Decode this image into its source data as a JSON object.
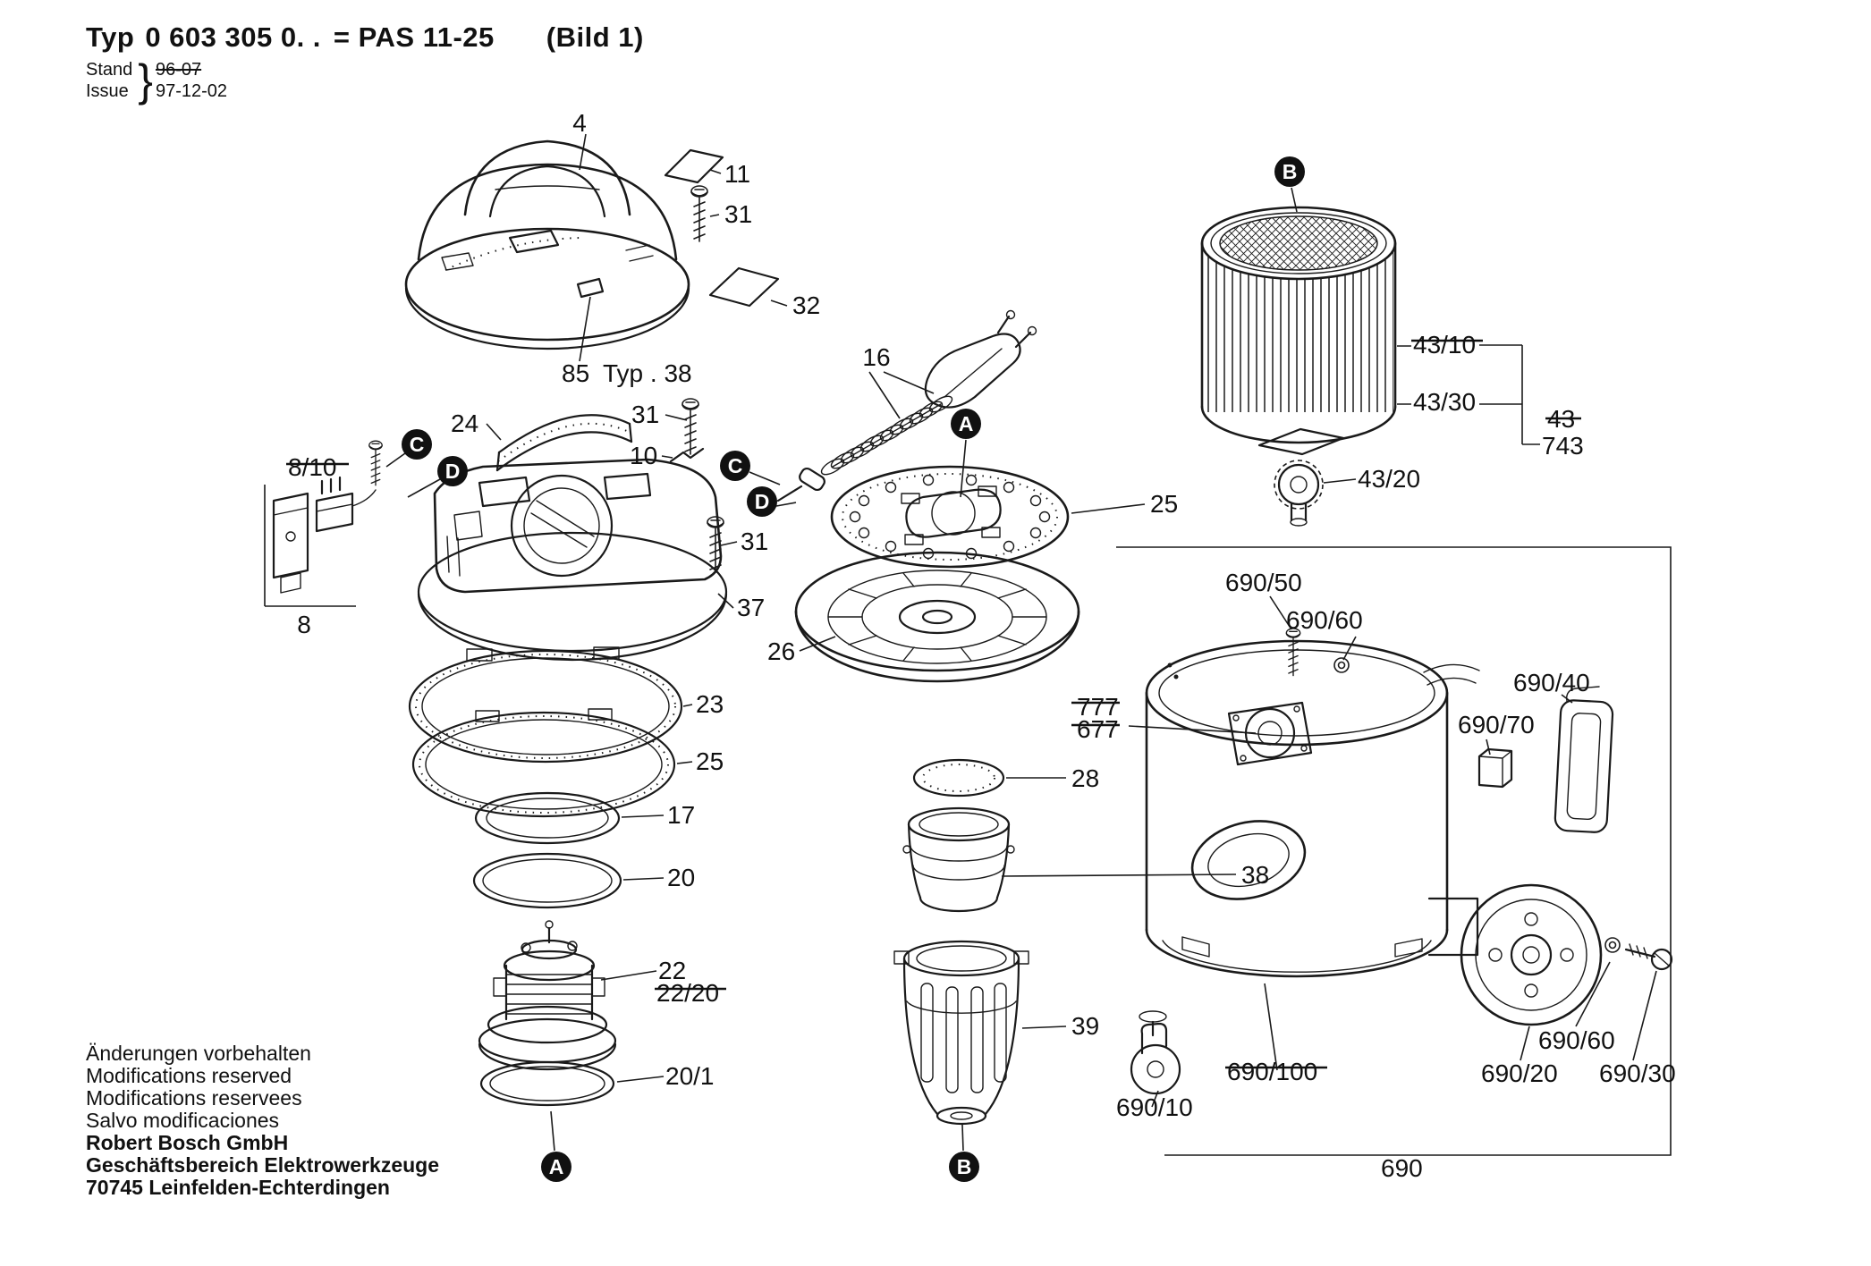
{
  "header": {
    "typ": "Typ",
    "model": "0 603 305 0. .",
    "equals": "= PAS 11-25",
    "bild": "(Bild 1)",
    "stand_label": "Stand",
    "issue_label": "Issue",
    "brace": "}",
    "stand_value": "96-07",
    "issue_value": "97-12-02"
  },
  "footer": {
    "l1": "Änderungen vorbehalten",
    "l2": "Modifications reserved",
    "l3": "Modifications reservees",
    "l4": "Salvo modificaciones",
    "l5": "Robert Bosch GmbH",
    "l6": "Geschäftsbereich Elektrowerkzeuge",
    "l7": "70745 Leinfelden-Echterdingen"
  },
  "badges": {
    "a": "A",
    "b": "B",
    "c": "C",
    "d": "D"
  },
  "labels": {
    "n4": "4",
    "n11": "11",
    "n31": "31",
    "n32": "32",
    "n85": "85",
    "n85b": "Typ . 38",
    "n24": "24",
    "n10": "10",
    "n16": "16",
    "n8_10": "8/10",
    "n8": "8",
    "n37": "37",
    "n26": "26",
    "n23": "23",
    "n25": "25",
    "n17": "17",
    "n20": "20",
    "n22": "22",
    "n22_20": "22/20",
    "n20_1": "20/1",
    "n28": "28",
    "n38": "38",
    "n39": "39",
    "n43_10": "43/10",
    "n43_30": "43/30",
    "n43": "43",
    "n743": "743",
    "n43_20": "43/20",
    "n690_50": "690/50",
    "n690_60": "690/60",
    "n690_40": "690/40",
    "n690_70": "690/70",
    "n777": "777",
    "n677": "677",
    "n690_10": "690/10",
    "n690_100": "690/100",
    "n690_20": "690/20",
    "n690_30": "690/30",
    "n690": "690"
  },
  "colors": {
    "ink": "#1a1a1a",
    "paper": "#ffffff"
  }
}
